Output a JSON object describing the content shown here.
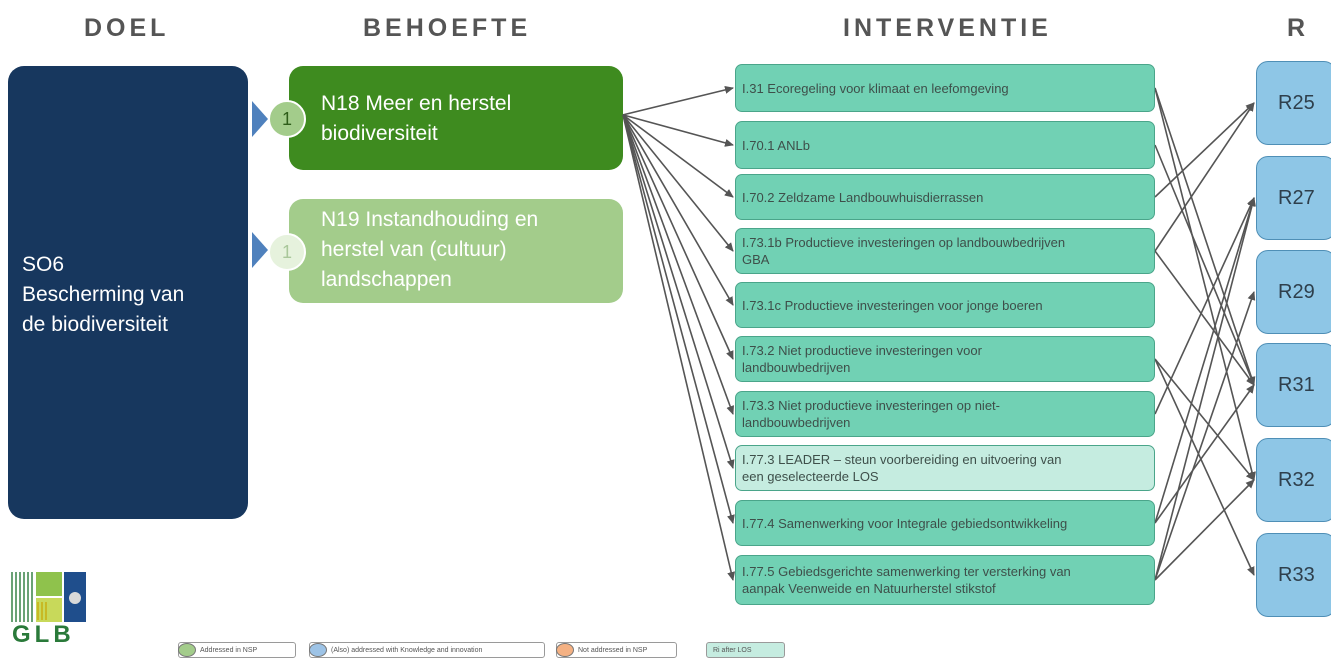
{
  "headers": {
    "goal": "DOEL",
    "need": "BEHOEFTE",
    "intervention": "INTERVENTIE",
    "result": "R"
  },
  "goal": {
    "line1": "SO6",
    "line2": "Bescherming van",
    "line3": "de biodiversiteit"
  },
  "needs": [
    {
      "number": "1",
      "line1": "N18 Meer en herstel",
      "line2": "biodiversiteit",
      "line3": "",
      "color": "#3e8b1f"
    },
    {
      "number": "1",
      "line1": "N19 Instandhouding en",
      "line2": "herstel van (cultuur)",
      "line3": "landschappen",
      "color": "#a3cc8b"
    }
  ],
  "interventions": [
    {
      "line1": "I.31 Ecoregeling voor klimaat en leefomgeving",
      "line2": ""
    },
    {
      "line1": "I.70.1 ANLb",
      "line2": ""
    },
    {
      "line1": "I.70.2 Zeldzame Landbouwhuisdierrassen",
      "line2": ""
    },
    {
      "line1": "I.73.1b Productieve investeringen op landbouwbedrijven",
      "line2": "GBA"
    },
    {
      "line1": "I.73.1c Productieve investeringen voor jonge boeren",
      "line2": ""
    },
    {
      "line1": "I.73.2 Niet productieve investeringen voor",
      "line2": "landbouwbedrijven"
    },
    {
      "line1": "I.73.3 Niet productieve investeringen op niet-",
      "line2": "landbouwbedrijven"
    },
    {
      "line1": "I.77.3 LEADER – steun voorbereiding en uitvoering van",
      "line2": "een geselecteerde LOS"
    },
    {
      "line1": "I.77.4 Samenwerking voor Integrale gebiedsontwikkeling",
      "line2": ""
    },
    {
      "line1": "I.77.5 Gebiedsgerichte samenwerking ter versterking van",
      "line2": "aanpak Veenweide en Natuurherstel stikstof"
    }
  ],
  "results": [
    "R25",
    "R27",
    "R29",
    "R31",
    "R32",
    "R33"
  ],
  "logo": {
    "text": "GLB"
  },
  "legend": [
    {
      "label": "Addressed in NSP",
      "color": "#a3cc8b"
    },
    {
      "label": "(Also) addressed with Knowledge and innovation",
      "color": "#9dc3e6"
    },
    {
      "label": "Not addressed in NSP",
      "color": "#f4b183"
    },
    {
      "label": "Ri after LOS",
      "color": "#c5ece0"
    }
  ],
  "links": {
    "need_to_intervention": [
      0,
      1,
      2,
      3,
      4,
      5,
      6,
      7,
      8,
      9
    ],
    "intervention_to_result": [
      [
        0,
        3
      ],
      [
        0,
        4
      ],
      [
        1,
        3
      ],
      [
        2,
        0
      ],
      [
        3,
        0
      ],
      [
        3,
        3
      ],
      [
        5,
        4
      ],
      [
        5,
        5
      ],
      [
        6,
        1
      ],
      [
        8,
        1
      ],
      [
        8,
        3
      ],
      [
        9,
        1
      ],
      [
        9,
        2
      ],
      [
        9,
        4
      ]
    ]
  },
  "colors": {
    "goal": "#17375e",
    "intervention": "#71d1b4",
    "result": "#8ec6e6",
    "arrow": "#555555"
  }
}
